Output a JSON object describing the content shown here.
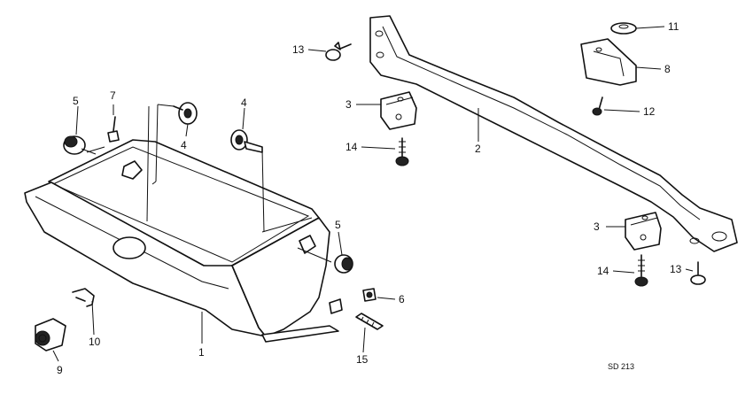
{
  "diagram": {
    "code": "SD 213",
    "callouts": {
      "c1": "1",
      "c2": "2",
      "c3a": "3",
      "c3b": "3",
      "c4a": "4",
      "c4b": "4",
      "c5a": "5",
      "c5b": "5",
      "c6": "6",
      "c7": "7",
      "c8": "8",
      "c9": "9",
      "c10": "10",
      "c11": "11",
      "c12": "12",
      "c13a": "13",
      "c13b": "13",
      "c14a": "14",
      "c14b": "14",
      "c15": "15"
    }
  }
}
